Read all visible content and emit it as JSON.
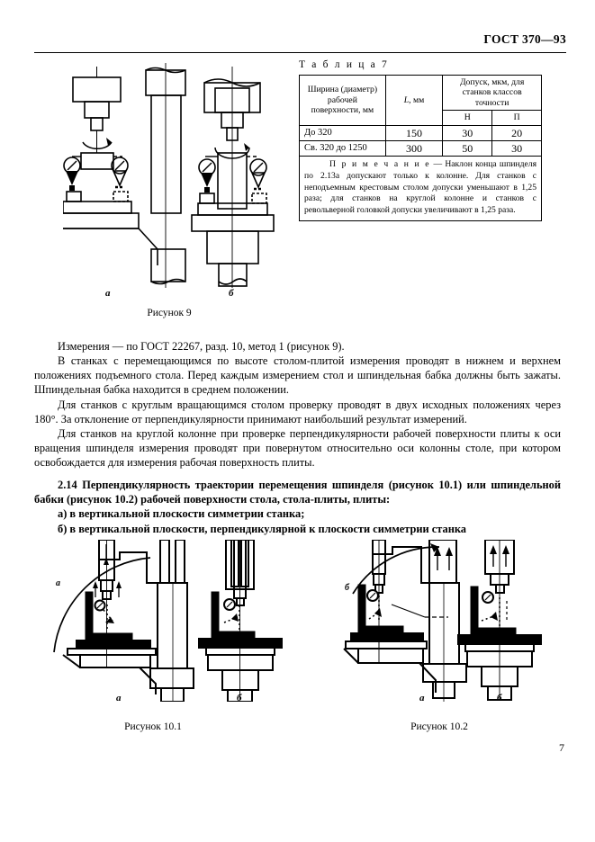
{
  "header": {
    "standard_number": "ГОСТ 370—93"
  },
  "page_number": "7",
  "table": {
    "title": "Т а б л и ц а  7",
    "headers": {
      "col1": "Ширина (диаметр) рабочей поверхности, мм",
      "col2": "L, мм",
      "col34_group": "Допуск, мкм, для станков классов точности",
      "col3": "Н",
      "col4": "П"
    },
    "rows": [
      {
        "width": "До  320",
        "L": "150",
        "H": "30",
        "P": "20"
      },
      {
        "width": "Св. 320 до 1250",
        "L": "300",
        "H": "50",
        "P": "30"
      }
    ],
    "note_label": "П р и м е ч а н и е",
    "note_text": " — Наклон конца шпинделя по 2.13а допускают только к колонне. Для станков с неподъемным крестовым столом допуски уменьшают в 1,25 раза; для станков на круглой колонне и станков с револьверной головкой допуски увеличивают в 1,25 раза."
  },
  "figures": {
    "fig9": {
      "caption": "Рисунок 9",
      "part_a": "а",
      "part_b": "б"
    },
    "fig10_1": {
      "caption": "Рисунок 10.1",
      "part_a": "а",
      "part_b": "б",
      "arc_label": "а"
    },
    "fig10_2": {
      "caption": "Рисунок 10.2",
      "part_a": "а",
      "part_b": "б",
      "arc_label": "б"
    }
  },
  "body": {
    "p1": "Измерения — по ГОСТ 22267, разд. 10, метод 1 (рисунок 9).",
    "p2": "В станках с перемещающимся по высоте столом-плитой измерения проводят в нижнем и верхнем положениях подъемного стола. Перед каждым измерением стол и шпиндельная бабка должны быть зажаты. Шпиндельная бабка находится в среднем положении.",
    "p3": "Для станков с круглым вращающимся столом проверку проводят в двух исходных положениях через 180°. За отклонение от перпендикулярности принимают наибольший результат измерений.",
    "p4": "Для станков  на круглой колонне при проверке перпендикулярности рабочей поверхности плиты к оси вращения шпинделя измерения проводят при повернутом относительно оси колонны столе, при котором освобождается для измерения рабочая поверхность плиты.",
    "clause_number": "2.14",
    "clause_text": "Перпендикулярность траектории перемещения шпинделя (рисунок 10.1) или шпиндельной бабки (рисунок 10.2) рабочей поверхности стола, стола-плиты, плиты:",
    "item_a": "а)  в вертикальной плоскости симметрии станка;",
    "item_b": "б)  в вертикальной плоскости, перпендикулярной к плоскости симметрии станка"
  }
}
